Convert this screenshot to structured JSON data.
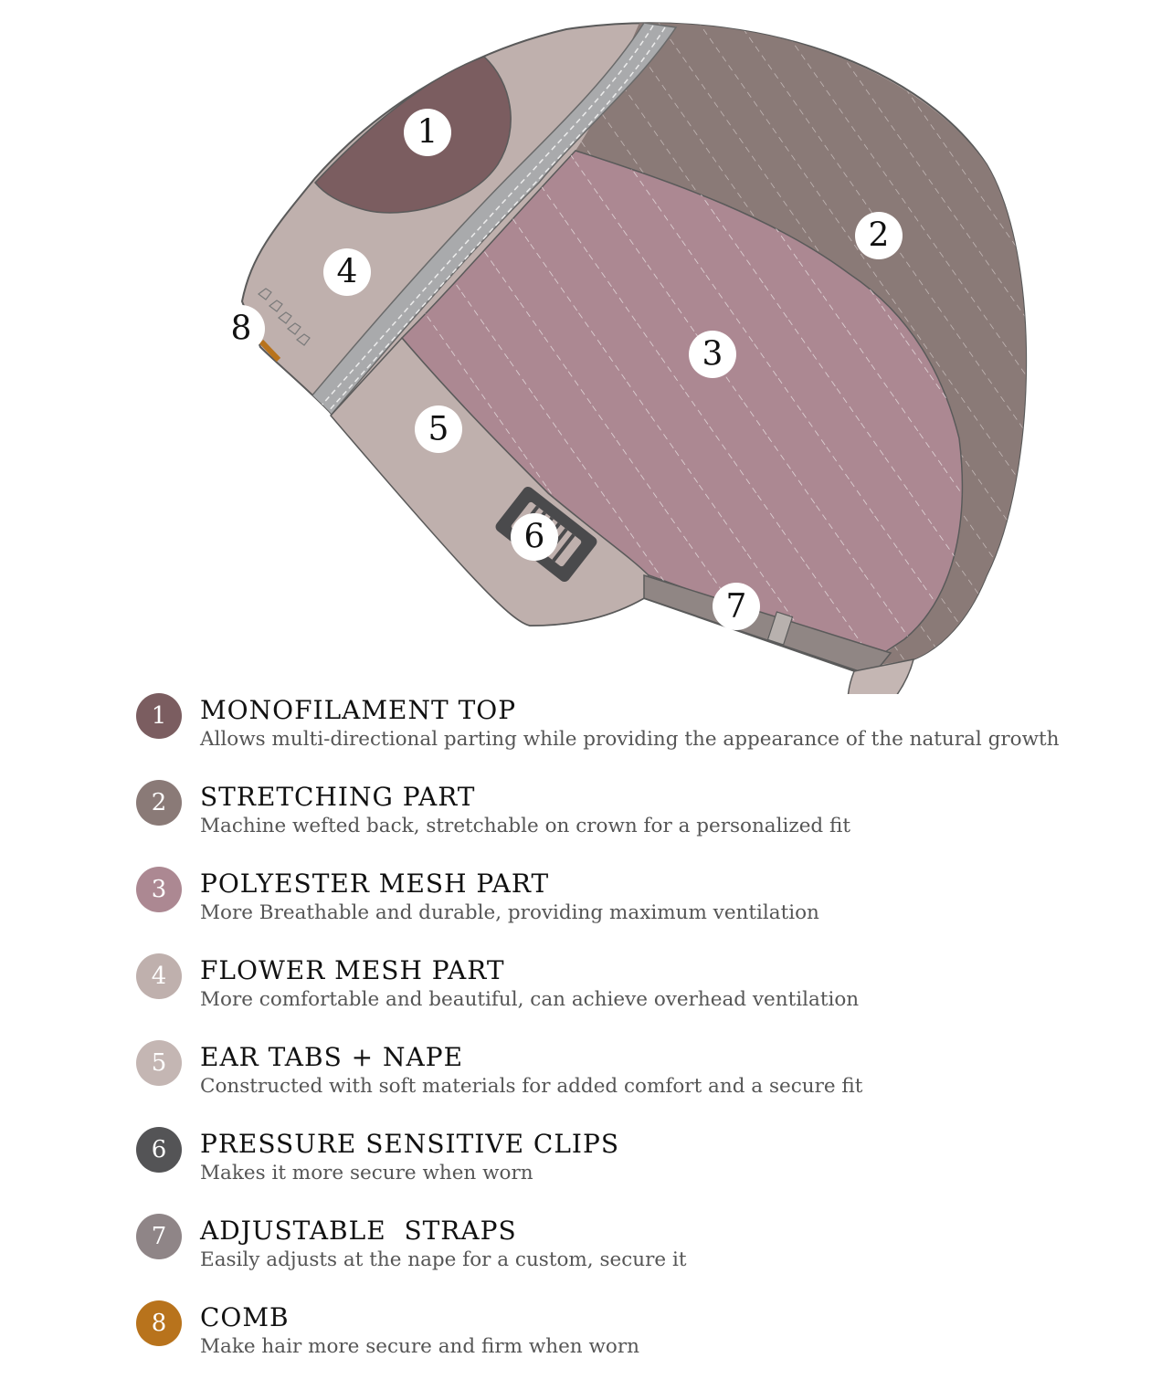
{
  "diagram": {
    "markers": [
      {
        "number": "1",
        "name": "monofilament-top"
      },
      {
        "number": "2",
        "name": "stretching-part"
      },
      {
        "number": "3",
        "name": "polyester-mesh-part"
      },
      {
        "number": "4",
        "name": "flower-mesh-part"
      },
      {
        "number": "5",
        "name": "ear-tabs-nape"
      },
      {
        "number": "6",
        "name": "pressure-sensitive-clips"
      },
      {
        "number": "7",
        "name": "adjustable-straps"
      },
      {
        "number": "8",
        "name": "comb"
      }
    ],
    "colors": {
      "monofilament": "#7b5d60",
      "stretching": "#8a7a77",
      "polyester": "#ac8892",
      "flower": "#bfb0ad",
      "lace_band": "#a9aaac",
      "clip": "#4a4a4c",
      "strap": "#908684",
      "comb": "#b8731c",
      "outline": "#5a5a5a"
    }
  },
  "legend": {
    "items": [
      {
        "number": "1",
        "title": "MONOFILAMENT TOP",
        "description": "Allows multi-directional parting while providing the appearance of the natural growth",
        "color": "#7b5d60"
      },
      {
        "number": "2",
        "title": "STRETCHING PART",
        "description": "Machine wefted back, stretchable on crown for a personalized fit",
        "color": "#8a7a77"
      },
      {
        "number": "3",
        "title": "POLYESTER MESH PART",
        "description": "More Breathable and durable, providing maximum ventilation",
        "color": "#ac8892"
      },
      {
        "number": "4",
        "title": "FLOWER MESH PART",
        "description": "More comfortable and beautiful, can achieve overhead ventilation",
        "color": "#bfb0ad"
      },
      {
        "number": "5",
        "title": "EAR TABS + NAPE",
        "description": "Constructed with soft materials for added comfort and a secure fit",
        "color": "#c4b6b3"
      },
      {
        "number": "6",
        "title": "PRESSURE SENSITIVE CLIPS",
        "description": "Makes it more secure when worn",
        "color": "#545456"
      },
      {
        "number": "7",
        "title": "ADJUSTABLE  STRAPS",
        "description": "Easily adjusts at the nape for a custom, secure it",
        "color": "#8f8587"
      },
      {
        "number": "8",
        "title": "COMB",
        "description": "Make hair more secure and firm when worn",
        "color": "#b8731c"
      }
    ]
  }
}
